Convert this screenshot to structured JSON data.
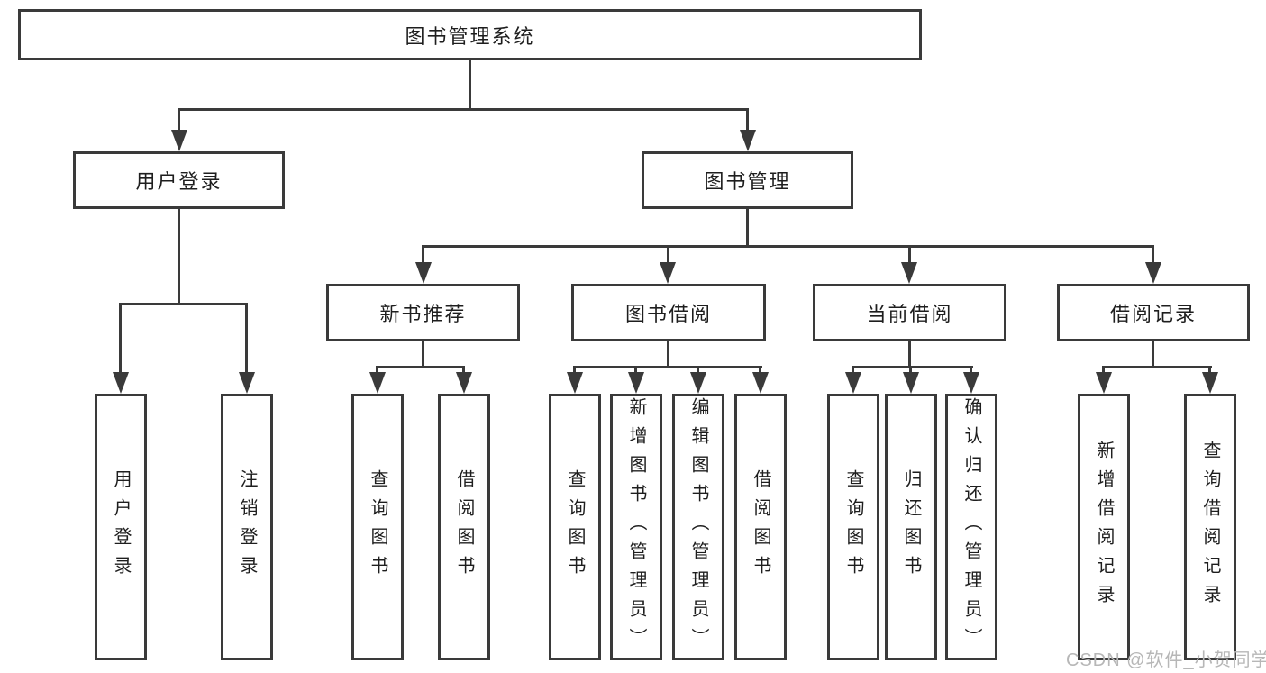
{
  "diagram": {
    "root": {
      "label": "图书管理系统"
    },
    "level2": {
      "user_login": {
        "label": "用户登录"
      },
      "book_mgmt": {
        "label": "图书管理"
      }
    },
    "level3": [
      {
        "label": "新书推荐"
      },
      {
        "label": "图书借阅"
      },
      {
        "label": "当前借阅"
      },
      {
        "label": "借阅记录"
      }
    ],
    "leaves": {
      "user_login": [
        "用户登录",
        "注销登录"
      ],
      "new_book": [
        "查询图书",
        "借阅图书"
      ],
      "book_borrow": [
        "查询图书",
        "新增图书（管理员）",
        "编辑图书（管理员）",
        "借阅图书"
      ],
      "current_borrow": [
        "查询图书",
        "归还图书",
        "确认归还（管理员）"
      ],
      "borrow_record": [
        "新增借阅记录",
        "查询借阅记录"
      ]
    },
    "colors": {
      "line": "#3a3a3a",
      "text": "#1e1e1e",
      "watermark": "#b7b7b7",
      "background": "#ffffff"
    },
    "watermark": "CSDN @软件_小贺同学"
  }
}
